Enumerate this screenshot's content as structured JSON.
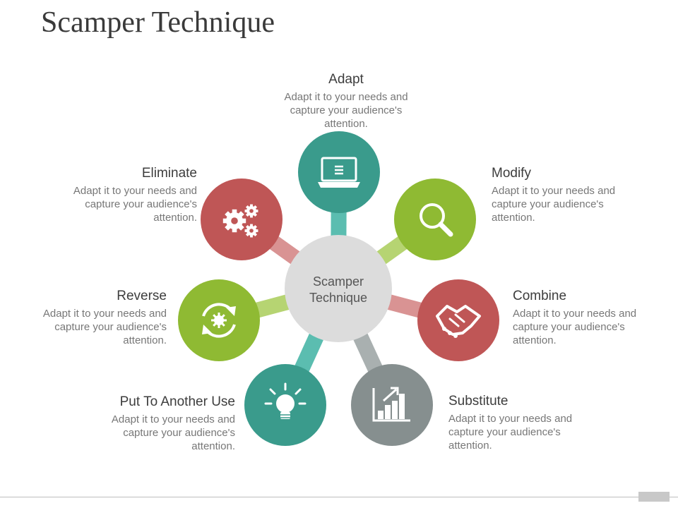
{
  "title": "Scamper Technique",
  "center": {
    "line1": "Scamper",
    "line2": "Technique",
    "color": "#dcdcdc"
  },
  "items": [
    {
      "id": "adapt",
      "heading": "Adapt",
      "description": "Adapt it to your needs and capture your audience's attention.",
      "color": "#3a9b8c",
      "stem_color": "#5bbdb0",
      "icon": "laptop-icon"
    },
    {
      "id": "modify",
      "heading": "Modify",
      "description": "Adapt it to your needs and capture your audience's attention.",
      "color": "#8fba33",
      "stem_color": "#b6d472",
      "icon": "magnifier-icon"
    },
    {
      "id": "combine",
      "heading": "Combine",
      "description": "Adapt it to your needs and capture your audience's attention.",
      "color": "#bf5656",
      "stem_color": "#d99393",
      "icon": "handshake-icon"
    },
    {
      "id": "substitute",
      "heading": "Substitute",
      "description": "Adapt it to your needs and capture your audience's attention.",
      "color": "#868f8f",
      "stem_color": "#a9b0b0",
      "icon": "bar-chart-icon"
    },
    {
      "id": "put-to-another-use",
      "heading": "Put To Another Use",
      "description": "Adapt it to your needs and capture your audience's attention.",
      "color": "#3a9b8c",
      "stem_color": "#5bbdb0",
      "icon": "lightbulb-icon"
    },
    {
      "id": "reverse",
      "heading": "Reverse",
      "description": "Adapt it to your needs and capture your audience's attention.",
      "color": "#8fba33",
      "stem_color": "#b6d472",
      "icon": "cycle-arrows-icon"
    },
    {
      "id": "eliminate",
      "heading": "Eliminate",
      "description": "Adapt it to your needs and capture your audience's attention.",
      "color": "#bf5656",
      "stem_color": "#d99393",
      "icon": "gears-icon"
    }
  ]
}
